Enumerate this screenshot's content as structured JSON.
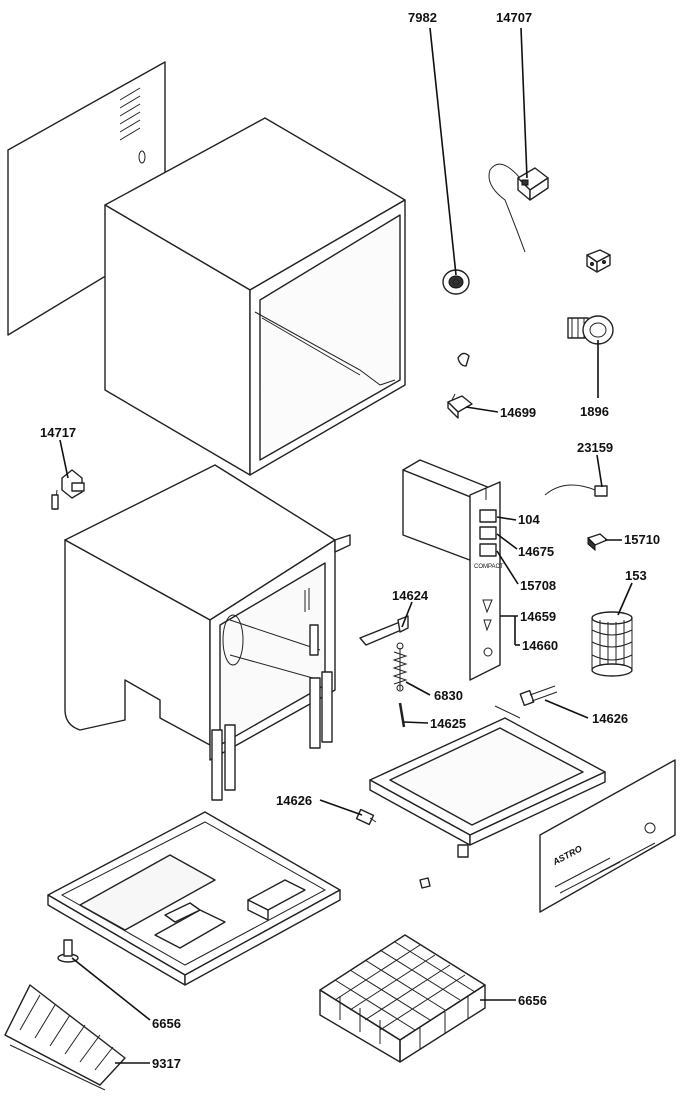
{
  "callouts": {
    "c7982": "7982",
    "c14707": "14707",
    "c1896": "1896",
    "c14699": "14699",
    "c23159": "23159",
    "c14717": "14717",
    "c104": "104",
    "c15710": "15710",
    "c14675": "14675",
    "c153": "153",
    "c15708": "15708",
    "c14624": "14624",
    "c14659": "14659",
    "c14660": "14660",
    "c6830": "6830",
    "c14626": "14626",
    "c14625": "14625",
    "c6656": "6656",
    "c9317": "9317"
  },
  "panel_marks": {
    "control_panel_text": "COMPACT",
    "front_panel_brand": "ASTRO"
  }
}
